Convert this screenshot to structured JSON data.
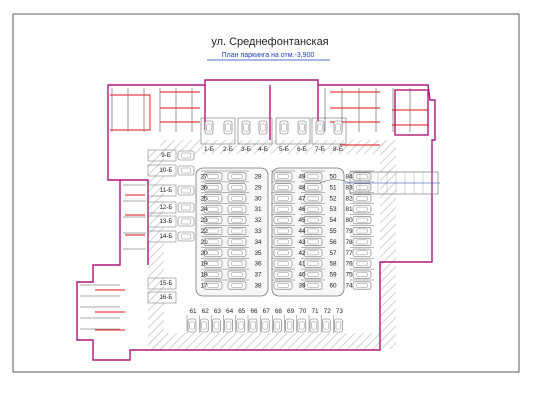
{
  "header": {
    "street": "ул. Среднефонтанская",
    "subtitle": "План паркинга на отм.-3,900"
  },
  "colors": {
    "wall": "#b0157a",
    "red": "#e01010",
    "blue": "#1f3fb5",
    "ink": "#222222",
    "stall": "#6d6d6d",
    "hatch": "#cfcfcf"
  },
  "spots": {
    "top_pairs": [
      "1-Б",
      "2-Б",
      "3-Б",
      "4-Б",
      "5-Б",
      "6-Б",
      "7-Б",
      "8-Б"
    ],
    "left_storage": [
      "9-Б",
      "10-Б",
      "11-Б",
      "12-Б",
      "13-Б",
      "14-Б",
      "15-Б",
      "16-Б"
    ],
    "col_a": [
      "27",
      "26",
      "25",
      "24",
      "23",
      "22",
      "21",
      "20",
      "19",
      "18",
      "17"
    ],
    "col_b": [
      "28",
      "29",
      "30",
      "31",
      "32",
      "33",
      "34",
      "35",
      "36",
      "37",
      "38"
    ],
    "col_c": [
      "49",
      "48",
      "47",
      "46",
      "45",
      "44",
      "43",
      "42",
      "41",
      "40",
      "39"
    ],
    "col_d": [
      "50",
      "51",
      "52",
      "53",
      "54",
      "55",
      "56",
      "57",
      "58",
      "59",
      "60"
    ],
    "col_e": [
      "84",
      "83",
      "82",
      "81",
      "80",
      "79",
      "78",
      "77",
      "76",
      "75",
      "74"
    ],
    "bottom_row": [
      "61",
      "62",
      "63",
      "64",
      "65",
      "66",
      "67",
      "68",
      "69",
      "70",
      "71",
      "72",
      "73"
    ]
  }
}
